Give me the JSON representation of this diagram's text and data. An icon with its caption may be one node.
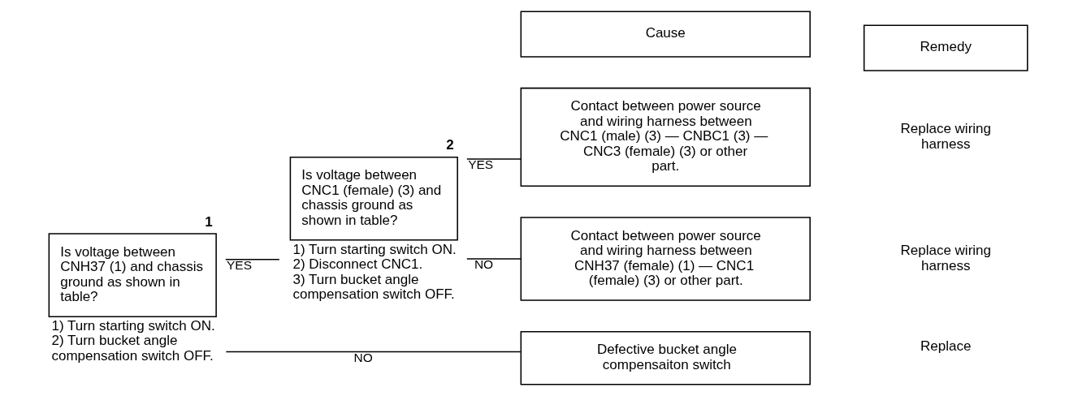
{
  "diagram": {
    "nodes": [
      {
        "text": [
          "Is voltage between CNH37 (1) and chassis ground as shown in table?"
        ],
        "beside": [
          "1",
          "1) Turn starting switch ON.",
          "2) Turn bucket angle compensation switch OFF."
        ]
      },
      {
        "text": [
          "Is voltage between CNC1 (female) (3) and chassis ground as shown in table?"
        ],
        "beside": [
          "2",
          "1) Turn starting switch ON.",
          "2) Disconnect CNC1.",
          "3) Turn bucket angle compensation switch OFF."
        ]
      },
      {
        "text": [
          "Contact between power source and wiring harness between CNC1 (male) (3) — CNBC1 (3) — CNC3 (female) (3) or other part."
        ]
      },
      {
        "text": [
          "Contact between power source and wiring harness between CNH37 (female) (1) — CNC1 (female) (3) or other part."
        ]
      },
      {
        "text": [
          "Defective bucket angle compensaiton switch"
        ]
      }
    ],
    "edges": [
      {
        "from": 0,
        "to": 1,
        "arrow": "none",
        "label": "YES"
      },
      {
        "from": 0,
        "to": 4,
        "arrow": "none",
        "label": "NO"
      },
      {
        "from": 1,
        "to": 2,
        "arrow": "none",
        "label": "YES"
      },
      {
        "from": 1,
        "to": 3,
        "arrow": "none",
        "label": "NO"
      }
    ],
    "labels": [
      "Cause",
      "Remedy",
      "Replace wiring harness",
      "Replace wiring harness",
      "Replace"
    ]
  }
}
